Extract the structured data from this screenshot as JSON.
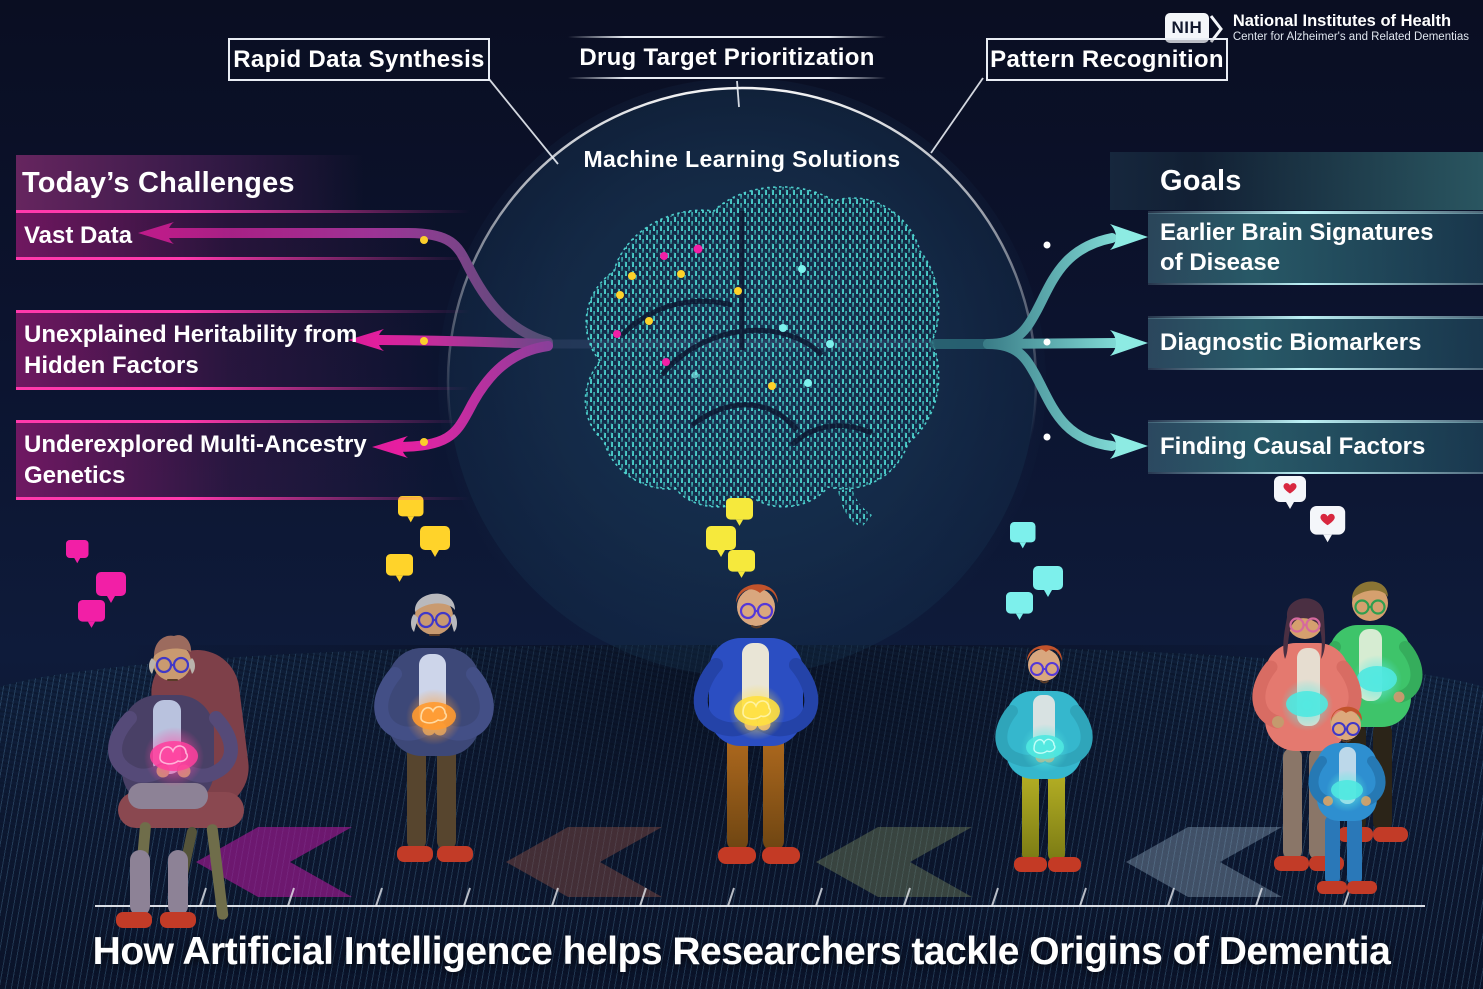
{
  "header": {
    "nih_acronym": "NIH",
    "nih_org": "National Institutes of Health",
    "nih_center": "Center for Alzheimer's and Related Dementias"
  },
  "ml": {
    "hub_label": "Machine Learning Solutions",
    "capabilities": [
      {
        "label": "Rapid Data Synthesis"
      },
      {
        "label": "Drug Target Prioritization"
      },
      {
        "label": "Pattern Recognition"
      }
    ]
  },
  "challenges": {
    "title": "Today’s Challenges",
    "items": [
      {
        "label": "Vast Data"
      },
      {
        "label": "Unexplained Heritability from Hidden Factors"
      },
      {
        "label": "Underexplored Multi-Ancestry Genetics"
      }
    ]
  },
  "goals": {
    "title": "Goals",
    "items": [
      {
        "label": "Earlier Brain Signatures of Disease"
      },
      {
        "label": "Diagnostic Biomarkers"
      },
      {
        "label": "Finding Causal Factors"
      }
    ]
  },
  "footer": {
    "title": "How Artificial Intelligence helps Researchers tackle Origins of Dementia"
  },
  "palette": {
    "magenta": "#f21fa6",
    "magenta_bright": "#ff39ac",
    "yellow": "#ffd32a",
    "yellow_bubble": "#f6e93c",
    "cyan": "#7df0ec",
    "teal": "#2e7d87",
    "brain_teal": "#4fd8d2",
    "dot_white": "#ffffff",
    "heart_red": "#d8273f",
    "brain_pink": "#ff3f9e",
    "brain_orange": "#ff9a30",
    "brain_yellow": "#ffe040",
    "brain_cyan": "#4fe8e0",
    "arrow_floor_1": "#9b1a8e",
    "arrow_floor_2": "#8c5046",
    "arrow_floor_3": "#7d8c5f",
    "arrow_floor_4": "#a0b9cd"
  }
}
